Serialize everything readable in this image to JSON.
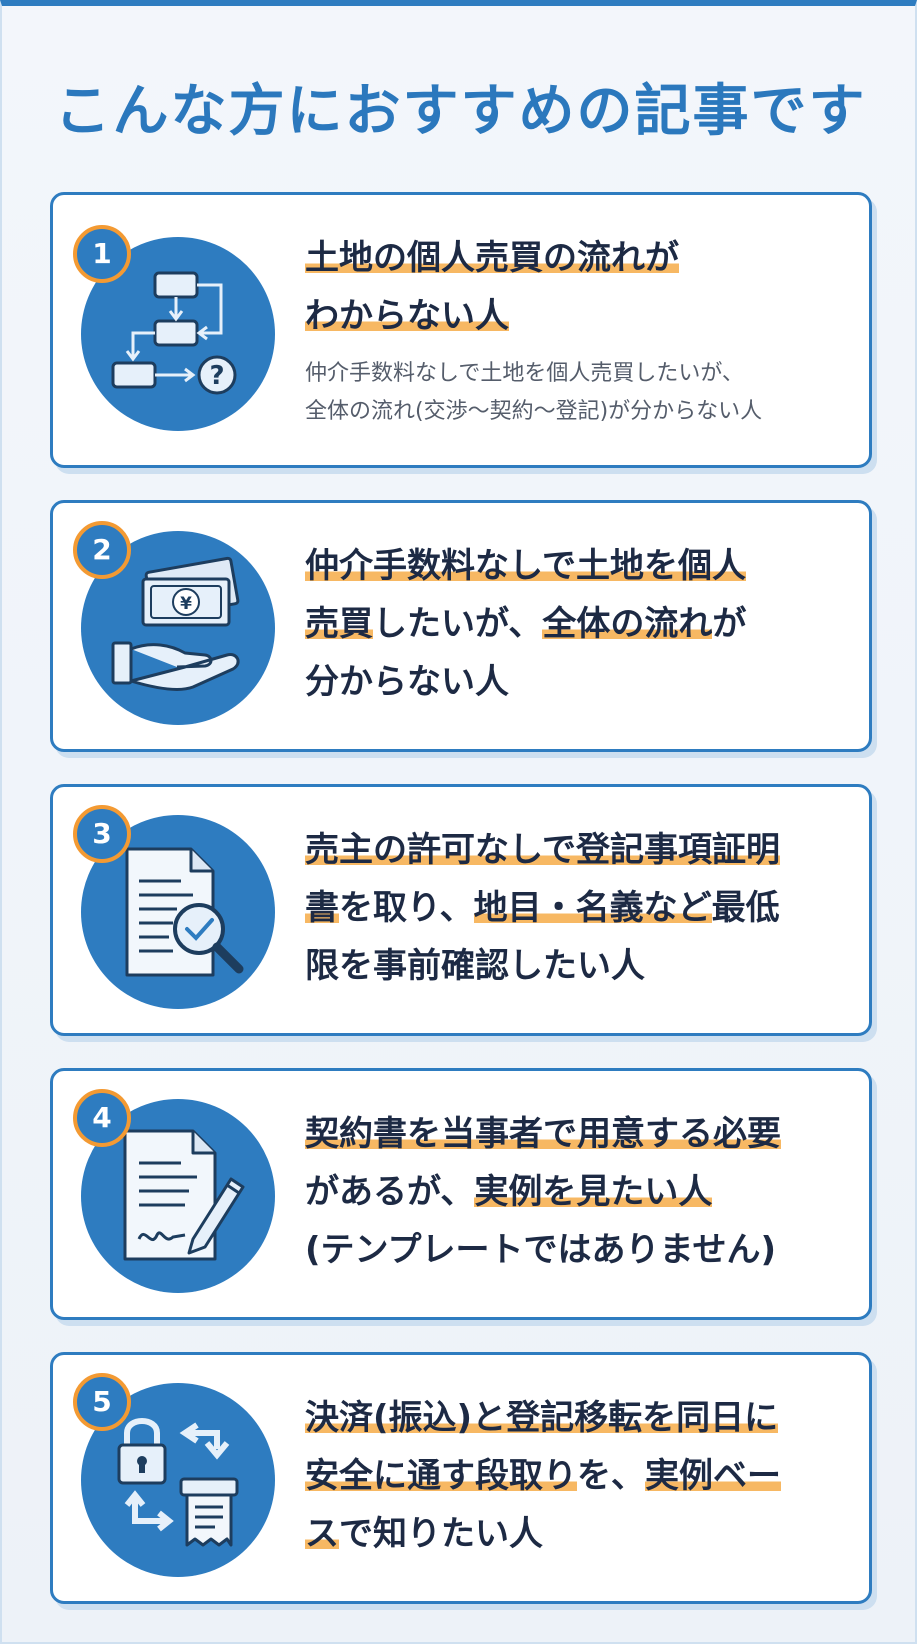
{
  "title": "こんな方におすすめの記事です",
  "cards": [
    {
      "number": "1",
      "icon": "flowchart-question-icon",
      "lines": [
        [
          {
            "t": "土地の個人売買の流れが",
            "hl": true
          }
        ],
        [
          {
            "t": "わからない人",
            "hl": true
          }
        ]
      ],
      "desc_lines": [
        "仲介手数料なしで土地を個人売買したいが、",
        "全体の流れ(交渉〜契約〜登記)が分からない人"
      ]
    },
    {
      "number": "2",
      "icon": "money-hand-icon",
      "lines": [
        [
          {
            "t": "仲介手数料なしで",
            "hl": true
          },
          {
            "t": "土地を個人",
            "hl": true
          }
        ],
        [
          {
            "t": "売買",
            "hl": true
          },
          {
            "t": "したいが、",
            "hl": false
          },
          {
            "t": "全体の流れ",
            "hl": true
          },
          {
            "t": "が",
            "hl": false
          }
        ],
        [
          {
            "t": "分からない人",
            "hl": false
          }
        ]
      ]
    },
    {
      "number": "3",
      "icon": "document-magnifier-check-icon",
      "lines": [
        [
          {
            "t": "売主の許可なしで",
            "hl": true
          },
          {
            "t": "登記事項証明",
            "hl": true
          }
        ],
        [
          {
            "t": "書",
            "hl": true
          },
          {
            "t": "を取り、",
            "hl": false
          },
          {
            "t": "地目・名義など",
            "hl": true
          },
          {
            "t": "最低",
            "hl": false
          }
        ],
        [
          {
            "t": "限を事前確認したい人",
            "hl": false
          }
        ]
      ]
    },
    {
      "number": "4",
      "icon": "contract-pen-icon",
      "lines": [
        [
          {
            "t": "契約書を当事者で用意する必要",
            "hl": true
          }
        ],
        [
          {
            "t": "があるが、",
            "hl": false
          },
          {
            "t": "実例を見たい人",
            "hl": true
          }
        ],
        [
          {
            "t": "(テンプレートではありません)",
            "hl": false
          }
        ]
      ]
    },
    {
      "number": "5",
      "icon": "lock-transfer-receipt-icon",
      "lines": [
        [
          {
            "t": "決済(振込)と登記移転を同日に",
            "hl": true
          }
        ],
        [
          {
            "t": "安全に通す段取り",
            "hl": true
          },
          {
            "t": "を、",
            "hl": false
          },
          {
            "t": "実例ベー",
            "hl": true
          }
        ],
        [
          {
            "t": "ス",
            "hl": true
          },
          {
            "t": "で知りたい人",
            "hl": false
          }
        ]
      ]
    }
  ],
  "colors": {
    "primary": "#2e7cc0",
    "accent": "#f39a33",
    "highlight": "#f7b863",
    "text": "#1d2a44"
  }
}
